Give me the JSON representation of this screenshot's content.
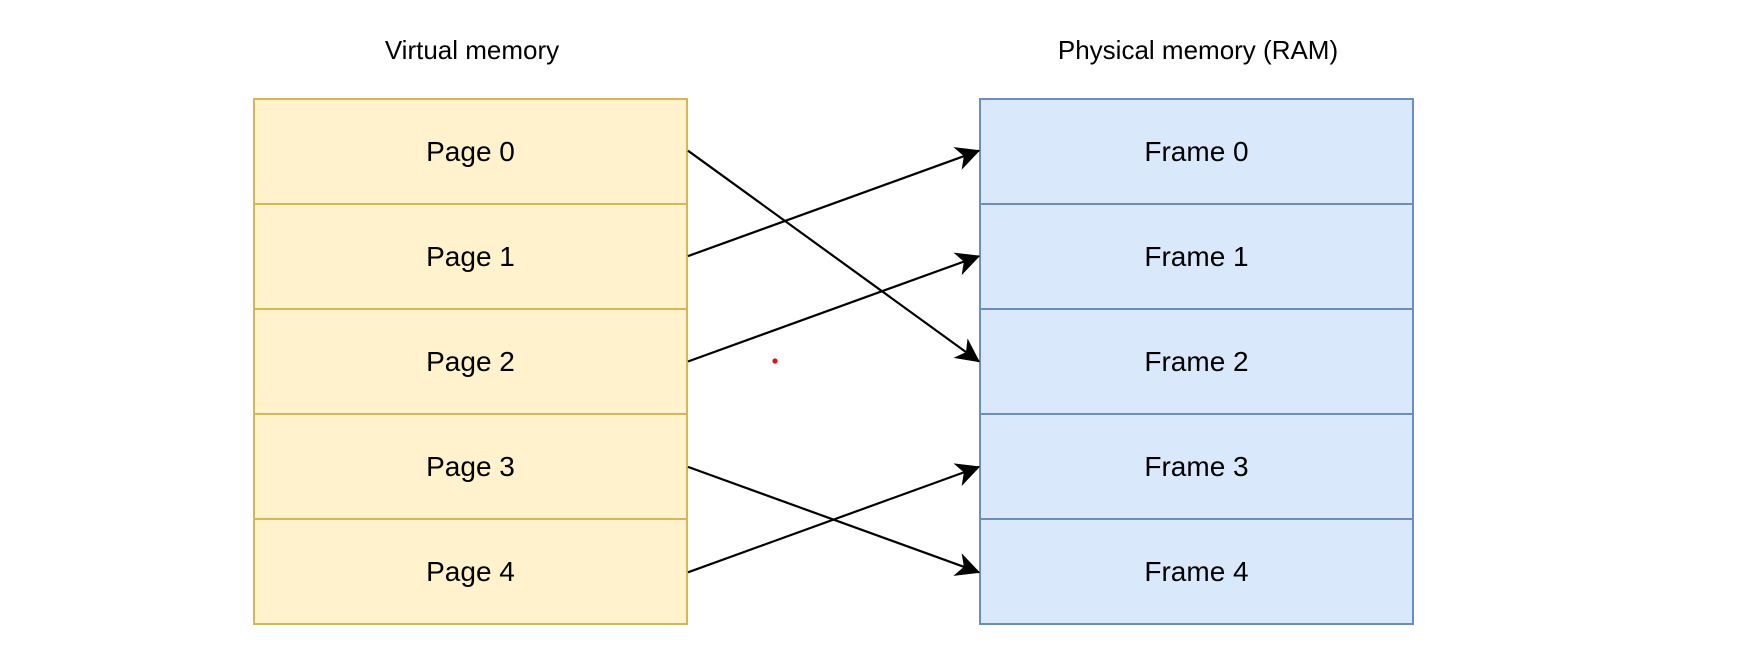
{
  "virtual_memory": {
    "title": "Virtual memory",
    "pages": [
      "Page 0",
      "Page 1",
      "Page 2",
      "Page 3",
      "Page 4"
    ]
  },
  "physical_memory": {
    "title": "Physical memory (RAM)",
    "frames": [
      "Frame 0",
      "Frame 1",
      "Frame 2",
      "Frame 3",
      "Frame 4"
    ]
  },
  "mappings": [
    {
      "page": 0,
      "frame": 2
    },
    {
      "page": 1,
      "frame": 0
    },
    {
      "page": 2,
      "frame": 1
    },
    {
      "page": 3,
      "frame": 4
    },
    {
      "page": 4,
      "frame": 3
    }
  ],
  "colors": {
    "page_fill": "#fff2cc",
    "page_stroke": "#d6b656",
    "frame_fill": "#dae8fc",
    "frame_stroke": "#6c8ebf",
    "arrow": "#000000",
    "marker_dot": "#e01010"
  }
}
